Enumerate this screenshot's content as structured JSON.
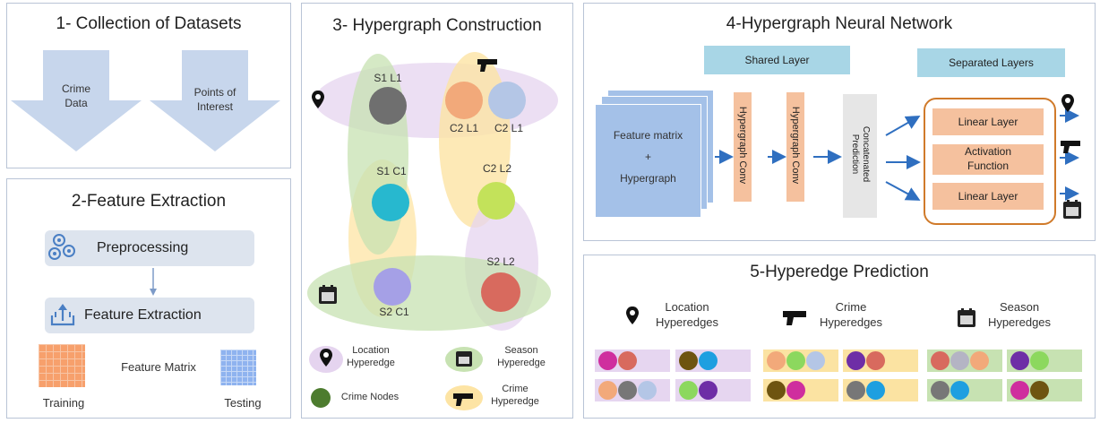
{
  "panel1": {
    "title": "1- Collection  of Datasets",
    "arrow1": "Crime\nData",
    "arrow2": "Points of\nInterest"
  },
  "panel2": {
    "title": "2-Feature Extraction",
    "step1": "Preprocessing",
    "step2": "Feature Extraction",
    "matrix_label": "Feature  Matrix",
    "training": "Training",
    "testing": "Testing"
  },
  "panel3": {
    "title": "3- Hypergraph Construction",
    "nodes": {
      "s1l1": "S1 L1",
      "c2l1a": "C2 L1",
      "c2l1b": "C2 L1",
      "s1c1": "S1 C1",
      "c2l2": "C2 L2",
      "s2l2": "S2 L2",
      "s2c1": "S2 C1"
    },
    "legend": {
      "location": "Location\nHyperedge",
      "season": "Season\nHyperedge",
      "crime_nodes": "Crime Nodes",
      "crime": "Crime\nHyperedge"
    }
  },
  "panel4": {
    "title": "4-Hypergraph Neural Network",
    "shared": "Shared Layer",
    "separated": "Separated Layers",
    "feature_stack": "Feature matrix\n+\nHypergraph",
    "conv1": "Hypergraph Conv",
    "conv2": "Hypergraph Conv",
    "concat": "Concatenated\nPrediction",
    "linear1": "Linear Layer",
    "activation": "Activation\nFunction",
    "linear2": "Linear Layer"
  },
  "panel5": {
    "title": "5-Hyperedge Prediction",
    "groups": [
      {
        "label": "Location\nHyperedges",
        "icon": "location-pin-icon"
      },
      {
        "label": "Crime\nHyperedges",
        "icon": "gun-icon"
      },
      {
        "label": "Season\nHyperedges",
        "icon": "calendar-icon"
      }
    ],
    "chips": [
      {
        "bg": "#e6d6f0",
        "dots": [
          "#cf2e9e",
          "#d86a5e"
        ]
      },
      {
        "bg": "#e6d6f0",
        "dots": [
          "#6e5410",
          "#1e9fe0"
        ]
      },
      {
        "bg": "#fbe3a2",
        "dots": [
          "#f2a97a",
          "#8cd85e",
          "#b4c6e6"
        ]
      },
      {
        "bg": "#fbe3a2",
        "dots": [
          "#6e2ea6",
          "#d86a5e"
        ]
      },
      {
        "bg": "#c7e2b2",
        "dots": [
          "#d86a5e",
          "#b4b4c4",
          "#f2a97a"
        ]
      },
      {
        "bg": "#c7e2b2",
        "dots": [
          "#6e2ea6",
          "#8cd85e"
        ]
      },
      {
        "bg": "#e6d6f0",
        "dots": [
          "#f2a97a",
          "#777777",
          "#b4c6e6"
        ]
      },
      {
        "bg": "#e6d6f0",
        "dots": [
          "#8cd85e",
          "#6e2ea6"
        ]
      },
      {
        "bg": "#fbe3a2",
        "dots": [
          "#6e5410",
          "#cf2e9e"
        ]
      },
      {
        "bg": "#fbe3a2",
        "dots": [
          "#777777",
          "#1e9fe0"
        ]
      },
      {
        "bg": "#c7e2b2",
        "dots": [
          "#777777",
          "#1e9fe0"
        ]
      },
      {
        "bg": "#c7e2b2",
        "dots": [
          "#cf2e9e",
          "#6e5410"
        ]
      }
    ]
  },
  "colors": {
    "panel_border": "#b9c4d6",
    "arrow_blue": "#c7d6ec",
    "flow_blue": "#2f6fc0",
    "shared_box": "#a8d6e6",
    "salmon": "#f5c19e",
    "orange_border": "#d07a2a",
    "feature_blue": "#a4c1e8"
  }
}
